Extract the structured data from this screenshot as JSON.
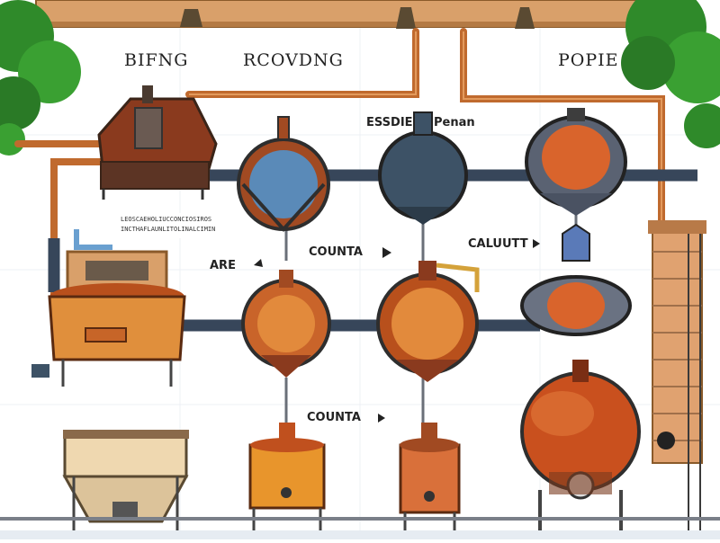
{
  "labels": {
    "top_left": "BIFNG",
    "top_center": "RCOVDNG",
    "top_right": "POPIE",
    "mid_1": "ESSDIE",
    "mid_2": "Penan",
    "flow_1": "COUNTA",
    "flow_2": "CALUUTT",
    "flow_3": "COUNTA",
    "left_side": "ARE",
    "plaque_line_1": "LEOSCAEHOLIUCCONCIOSIROS",
    "plaque_line_2": "INCTHAFLAUNLITOLINALCIMIN"
  },
  "colors": {
    "copper": "#c75b2a",
    "dark_copper": "#7a2e14",
    "steel": "#3d5266",
    "pipe_blue": "#37465a",
    "wood": "#d9a06a",
    "tree": "#2f8a2a"
  }
}
